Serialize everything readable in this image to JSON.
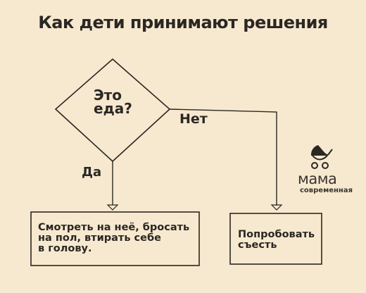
{
  "title": "Как дети принимают решения",
  "decision": {
    "question_line1": "Это",
    "question_line2": "еда?"
  },
  "branches": {
    "no_label": "Нет",
    "yes_label": "Да"
  },
  "outcomes": {
    "yes_lines": [
      "Смотреть на неё, бросать",
      "на пол, втирать себе",
      "в голову."
    ],
    "no_lines": [
      "Попробовать",
      "съесть"
    ]
  },
  "logo": {
    "word": "мама",
    "subtitle": "современная",
    "icon": "baby-stroller-icon"
  },
  "colors": {
    "background": "#f6e9cf",
    "ink": "#2b2723"
  }
}
